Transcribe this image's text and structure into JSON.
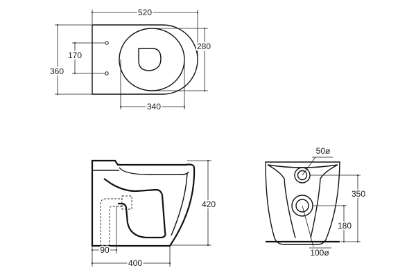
{
  "top_view": {
    "width_label": "520",
    "height_label": "360",
    "hole_spacing_label": "170",
    "bowl_width_label": "280",
    "bowl_length_label": "340"
  },
  "side_view": {
    "height_label": "420",
    "outlet_offset_label": "90",
    "depth_label": "400"
  },
  "rear_view": {
    "inlet_diameter_label": "50ø",
    "outlet_diameter_label": "100ø",
    "inlet_height_label": "350",
    "outlet_height_label": "180"
  }
}
